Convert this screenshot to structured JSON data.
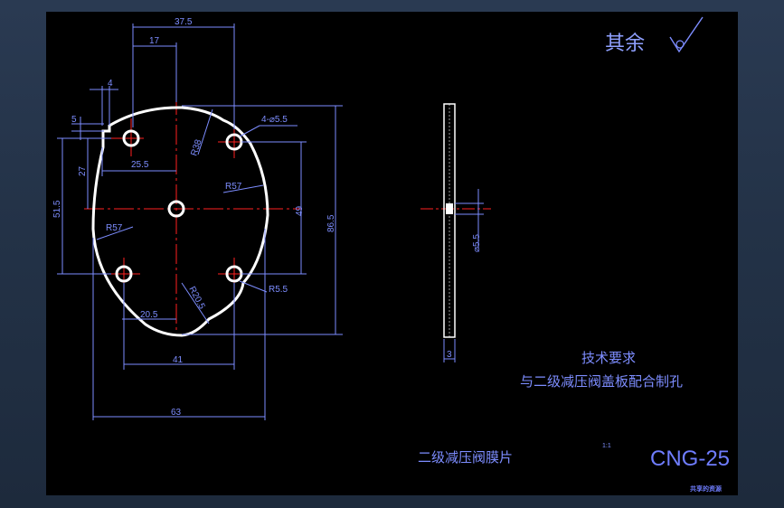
{
  "drawing": {
    "roughness": {
      "label": "其余"
    },
    "dimensions": {
      "d37_5": "37.5",
      "d17": "17",
      "d4": "4",
      "d5": "5",
      "d27": "27",
      "d25_5": "25.5",
      "d51_5": "51.5",
      "r38": "R38",
      "hole_spec": "4-⌀5.5",
      "r57_right": "R57",
      "r57_left": "R57",
      "d49": "49",
      "d86_5": "86.5",
      "r5_5": "R5.5",
      "r20_5": "R20.5",
      "d20_5": "20.5",
      "d41": "41",
      "d63": "63",
      "d5_5_side": "⌀5.5",
      "d3": "3"
    },
    "notes": {
      "tech_title": "技术要求",
      "tech_text": "与二级减压阀盖板配合制孔"
    },
    "title_block": {
      "part_name": "二级减压阀膜片",
      "scale": "1:1",
      "drawing_no": "CNG-25",
      "stamp": "共享的资源"
    },
    "colors": {
      "outline": "#ffffff",
      "dimension": "#7d8dff",
      "centerline": "#ff2020",
      "sheet": "#000000"
    }
  }
}
